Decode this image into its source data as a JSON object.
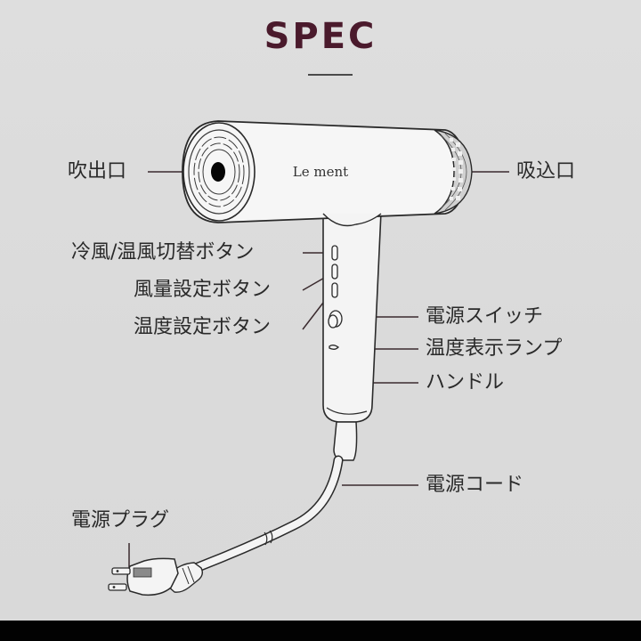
{
  "header": {
    "title": "SPEC"
  },
  "product": {
    "brand_mark": "Le ment",
    "type": "hair-dryer"
  },
  "labels": {
    "outlet": "吹出口",
    "intake": "吸込口",
    "cool_warm_toggle_button": "冷風/温風切替ボタン",
    "airflow_setting_button": "風量設定ボタン",
    "temperature_setting_button": "温度設定ボタン",
    "power_switch": "電源スイッチ",
    "temperature_indicator_lamp": "温度表示ランプ",
    "handle": "ハンドル",
    "power_cord": "電源コード",
    "power_plug": "電源プラグ"
  },
  "colors": {
    "title": "#4a1a2c",
    "background": "#dcdcdc",
    "line": "#2a2a2a",
    "leader_line": "#3a2a2e",
    "body_fill": "#f4f4f4",
    "bottom_bar": "#020202"
  }
}
